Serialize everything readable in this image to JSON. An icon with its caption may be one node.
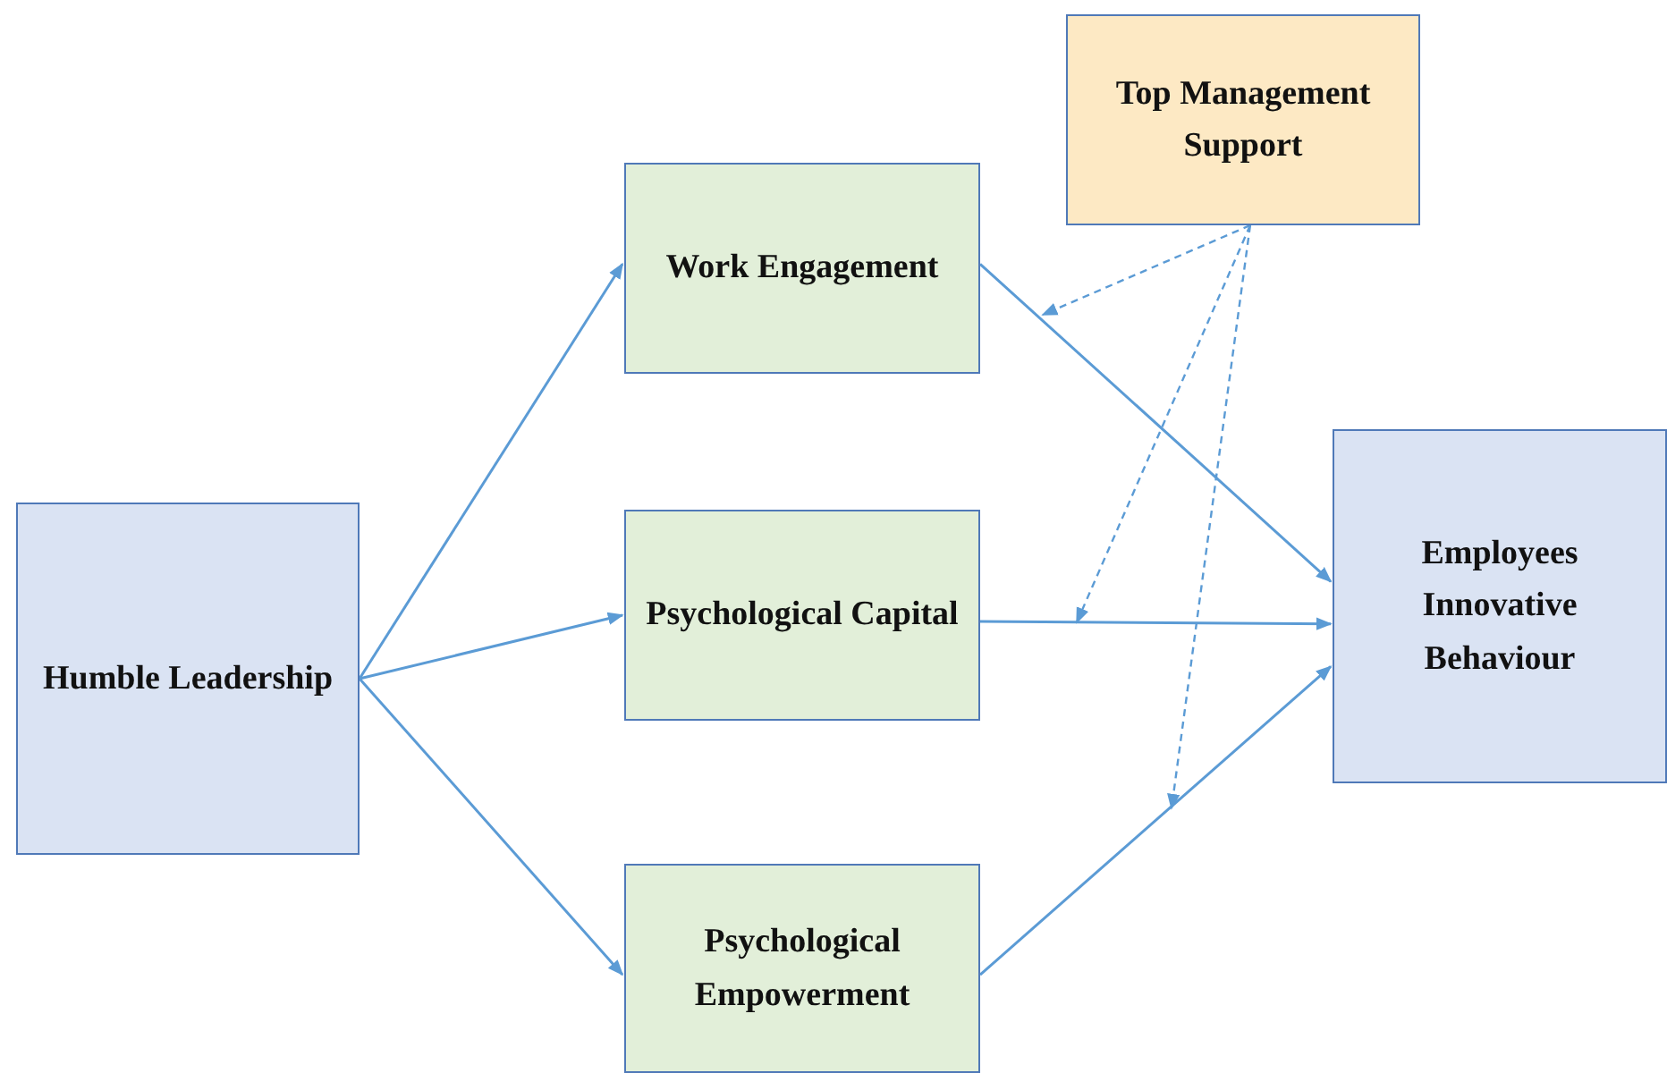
{
  "diagram": {
    "nodes": [
      {
        "text": [
          "Top Management Support"
        ]
      },
      {
        "text": [
          "Work Engagement"
        ]
      },
      {
        "text": [
          "Humble Leadership"
        ]
      },
      {
        "text": [
          "Psychological Capital"
        ]
      },
      {
        "text": [
          "Employees Innovative Behaviour"
        ]
      },
      {
        "text": [
          "Psychological Empowerment"
        ]
      }
    ],
    "edges": [
      {
        "from": 2,
        "to": 1,
        "arrow": "to"
      },
      {
        "from": 2,
        "to": 3,
        "arrow": "to"
      },
      {
        "from": 2,
        "to": 5,
        "arrow": "to"
      },
      {
        "from": 1,
        "to": 4,
        "arrow": "to"
      },
      {
        "from": 3,
        "to": 4,
        "arrow": "to"
      },
      {
        "from": 5,
        "to": 4,
        "arrow": "to"
      },
      {
        "from": 0,
        "to": null,
        "arrow": "to",
        "style": "dashed"
      },
      {
        "from": 0,
        "to": null,
        "arrow": "to",
        "style": "dashed"
      },
      {
        "from": 0,
        "to": null,
        "arrow": "to",
        "style": "dashed"
      }
    ]
  }
}
